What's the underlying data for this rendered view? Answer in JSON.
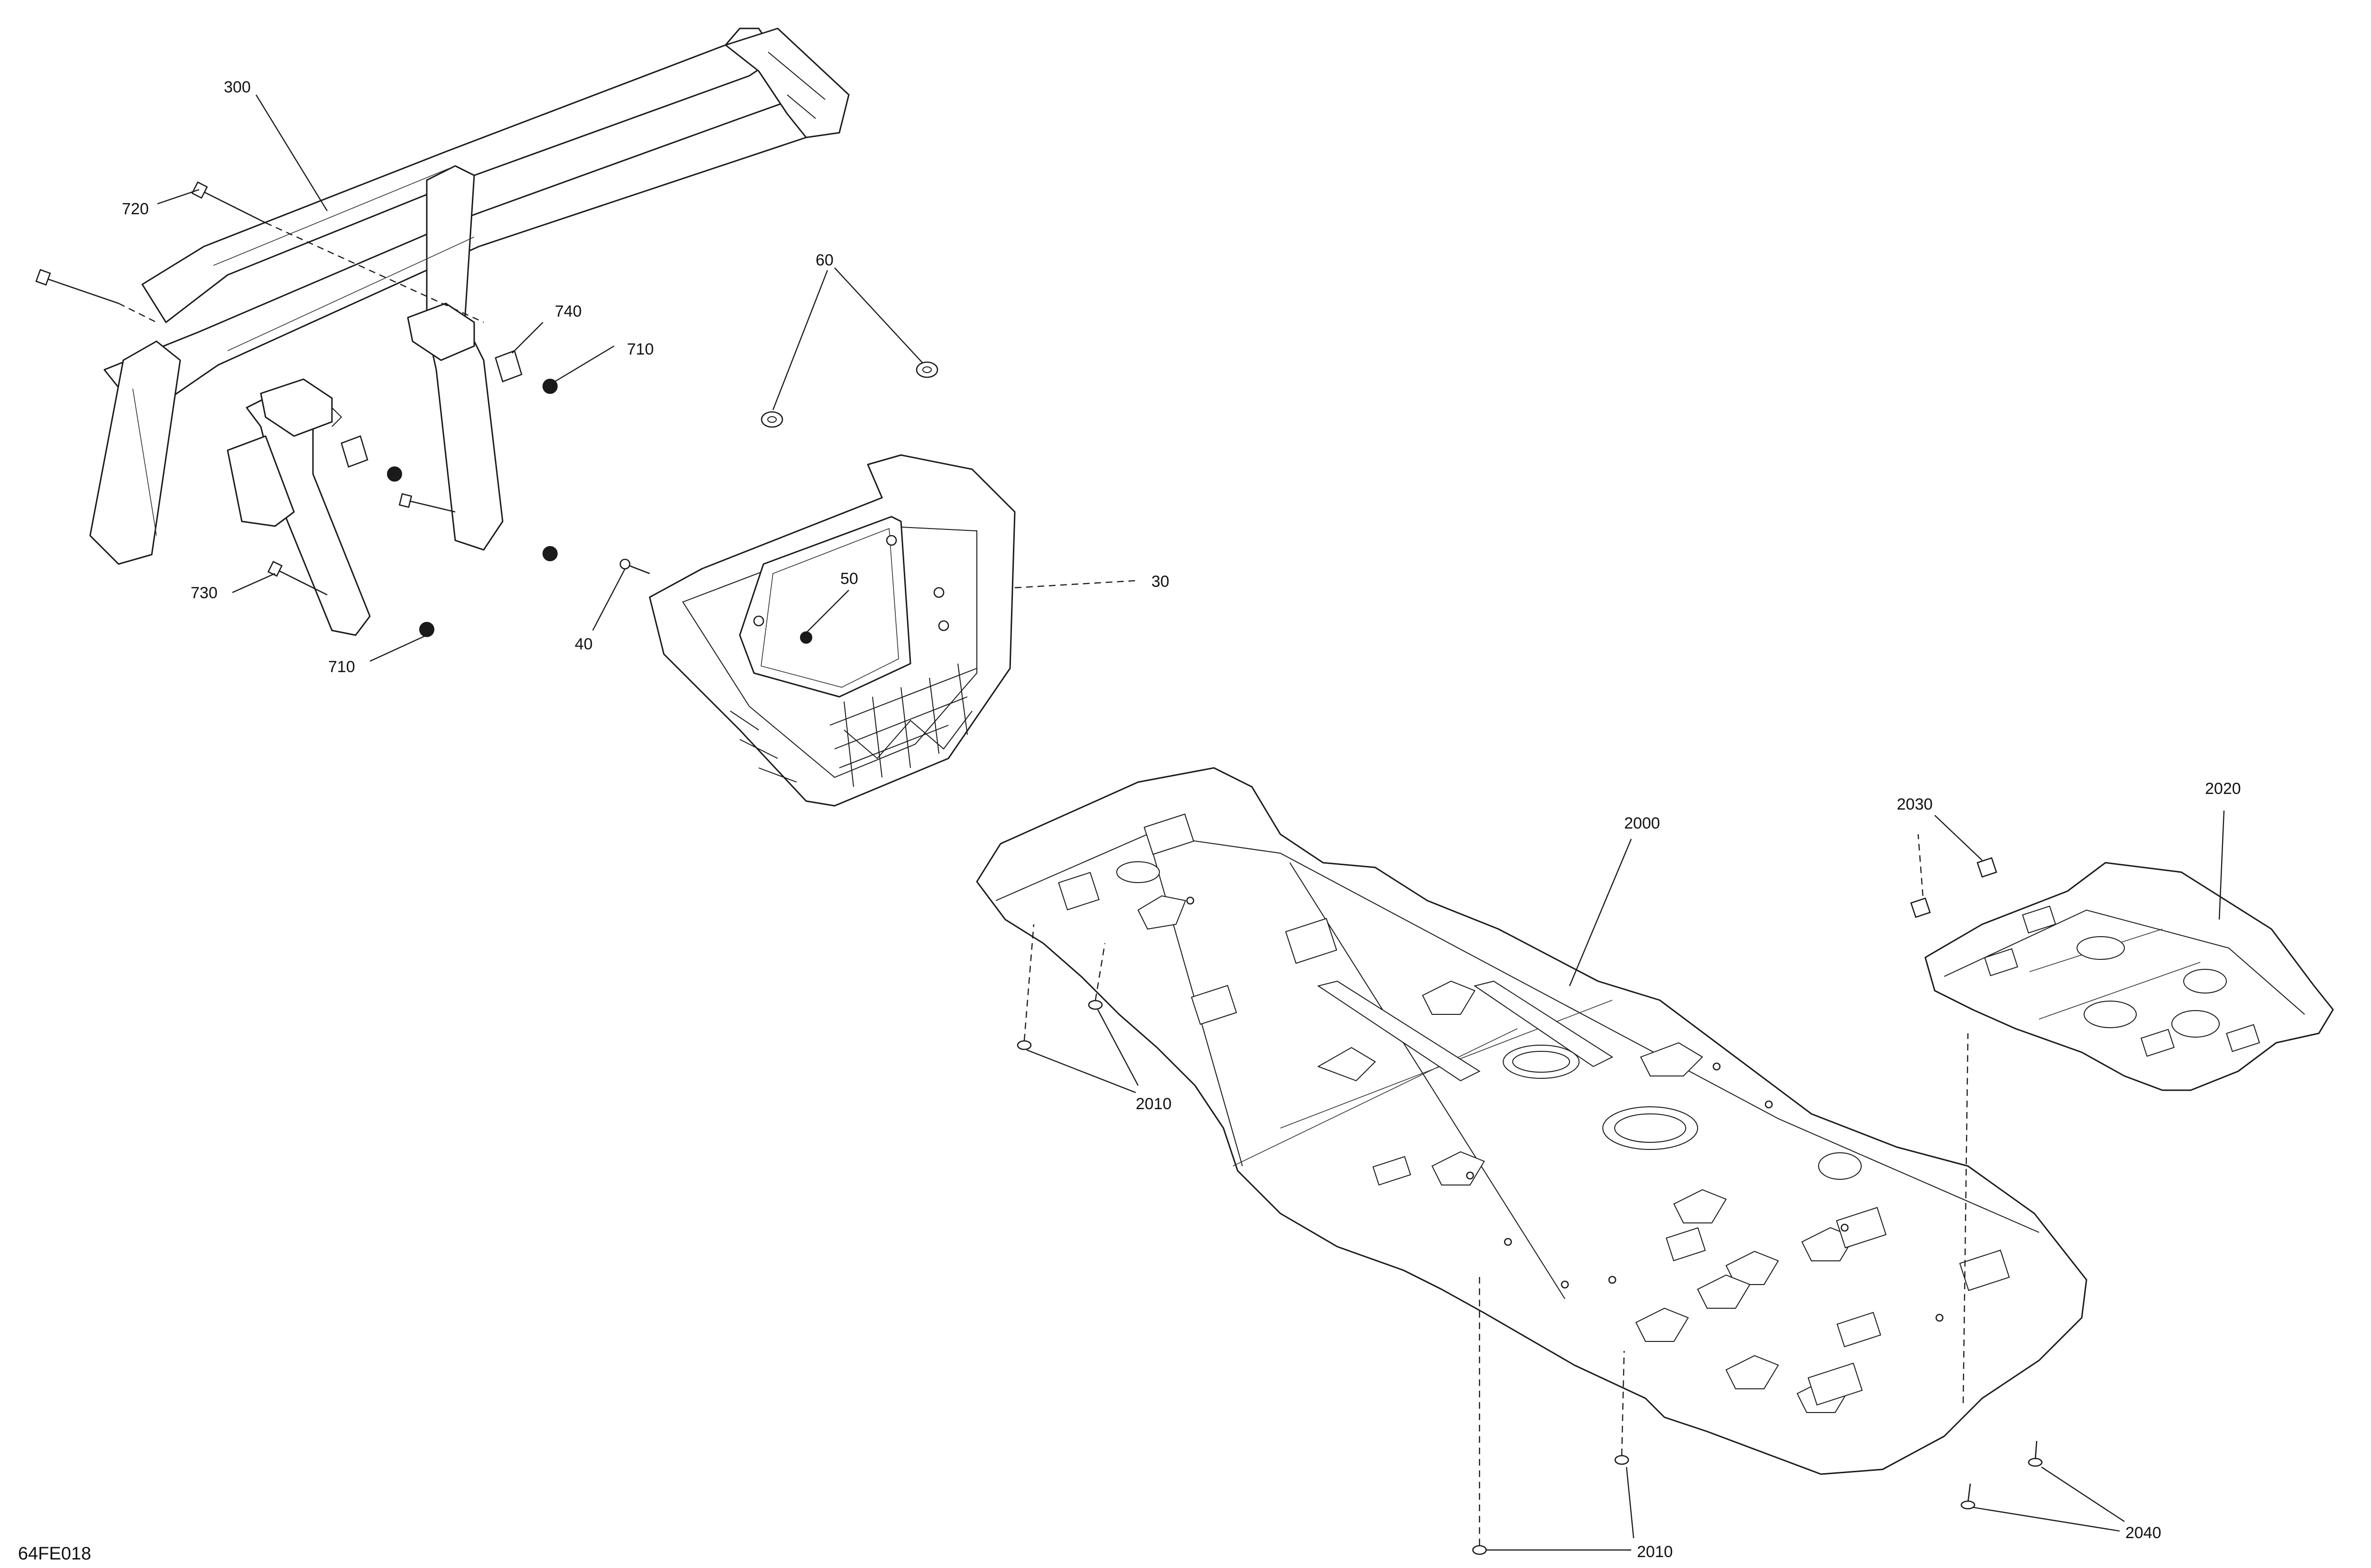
{
  "figure_code": "64FE018",
  "callouts": {
    "c300": "300",
    "c720": "720",
    "c740": "740",
    "c710a": "710",
    "c710b": "710",
    "c730": "730",
    "c60": "60",
    "c50": "50",
    "c40": "40",
    "c30": "30",
    "c2000": "2000",
    "c2030": "2030",
    "c2020": "2020",
    "c2010a": "2010",
    "c2010b": "2010",
    "c2040": "2040"
  }
}
